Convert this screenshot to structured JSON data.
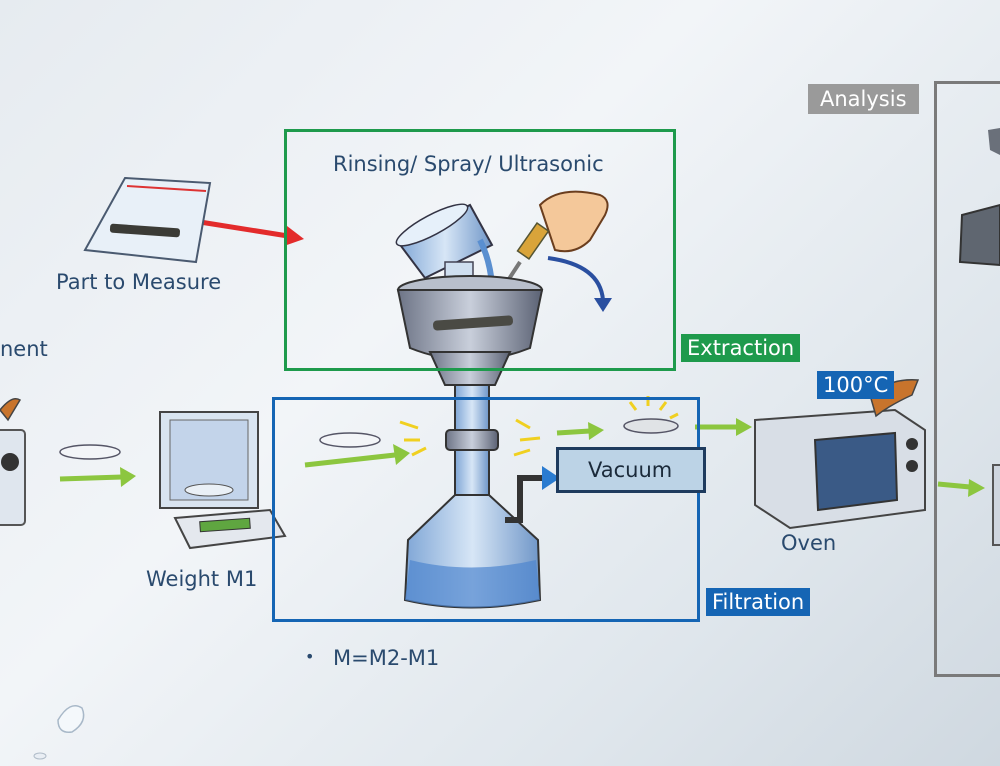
{
  "labels": {
    "equipment_partial": "nent",
    "part_to_measure": "Part to Measure",
    "weight_m1": "Weight M1",
    "oven": "Oven",
    "rinsing": "Rinsing/ Spray/ Ultrasonic",
    "vacuum": "Vacuum",
    "formula_bullet": "•",
    "formula": "M=M2-M1"
  },
  "tags": {
    "extraction": "Extraction",
    "filtration": "Filtration",
    "temperature": "100°C",
    "analysis": "Analysis"
  },
  "colors": {
    "extraction_green": "#1e9a4c",
    "filtration_blue": "#1565b4",
    "analysis_gray": "#7a7a7a",
    "flow_arrow": "#8cc63f",
    "red_arrow": "#e32b2b"
  }
}
